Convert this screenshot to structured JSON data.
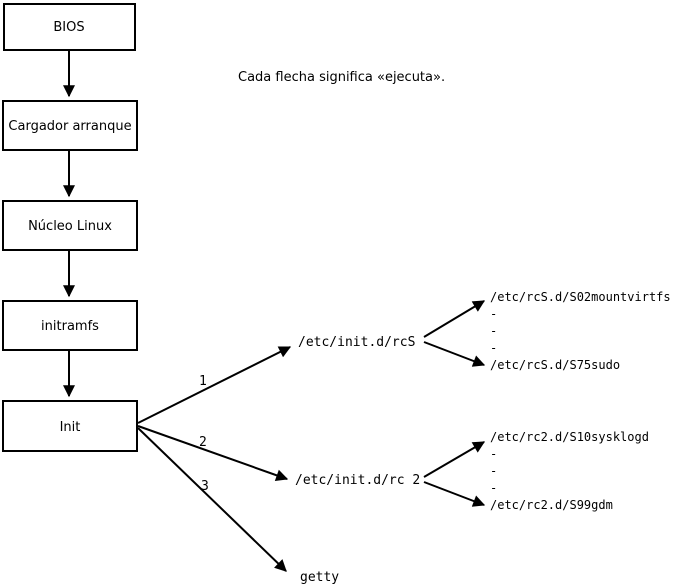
{
  "diagram": {
    "note": "Cada flecha significa «ejecuta».",
    "boxes": [
      {
        "label": "BIOS"
      },
      {
        "label": "Cargador arranque"
      },
      {
        "label": "Núcleo Linux"
      },
      {
        "label": "initramfs"
      },
      {
        "label": "Init"
      }
    ],
    "branch_labels": [
      "1",
      "2",
      "3"
    ],
    "targets": {
      "rcS": "/etc/init.d/rcS",
      "rc2": "/etc/init.d/rc 2",
      "getty": "getty"
    },
    "scripts_rcS": [
      "/etc/rcS.d/S02mountvirtfs",
      "/etc/rcS.d/S75sudo"
    ],
    "scripts_rc2": [
      "/etc/rc2.d/S10sysklogd",
      "/etc/rc2.d/S99gdm"
    ],
    "ellipsis_char": "-",
    "colors": {
      "foreground": "#000000",
      "background": "#ffffff"
    }
  }
}
